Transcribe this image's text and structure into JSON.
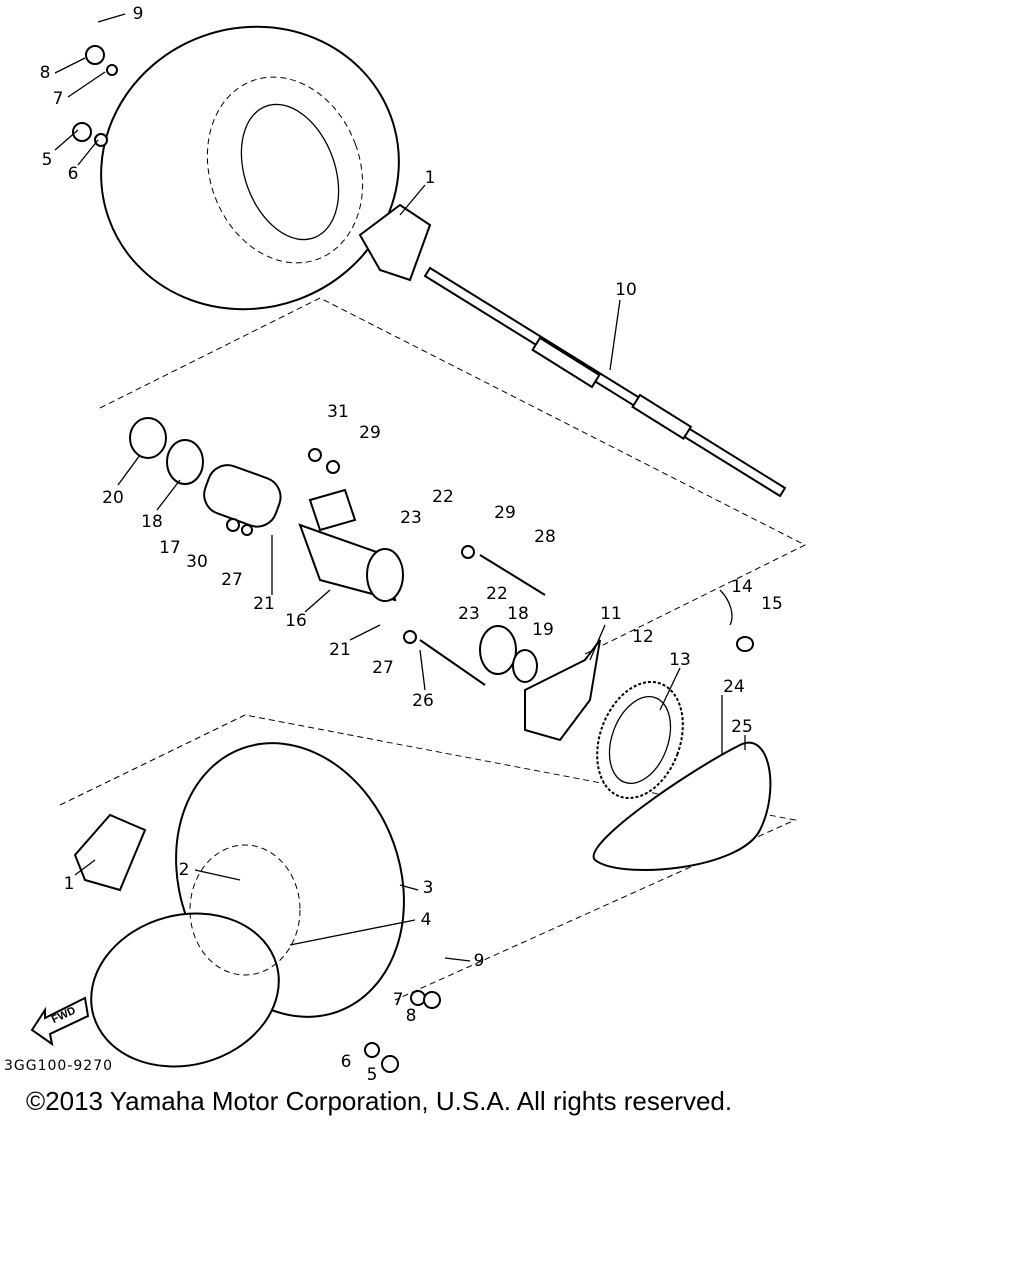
{
  "diagram_code": "3GG100-9270",
  "copyright": "©2013 Yamaha Motor Corporation, U.S.A. All rights reserved.",
  "fwd_label": "FWD",
  "part_labels": [
    "9",
    "8",
    "7",
    "5",
    "6",
    "1",
    "10",
    "31",
    "29",
    "20",
    "18",
    "22",
    "23",
    "29",
    "28",
    "17",
    "30",
    "27",
    "21",
    "16",
    "22",
    "23",
    "14",
    "15",
    "11",
    "12",
    "13",
    "18",
    "19",
    "21",
    "27",
    "26",
    "24",
    "25",
    "2",
    "3",
    "1",
    "4",
    "9",
    "7",
    "8",
    "6",
    "5"
  ]
}
